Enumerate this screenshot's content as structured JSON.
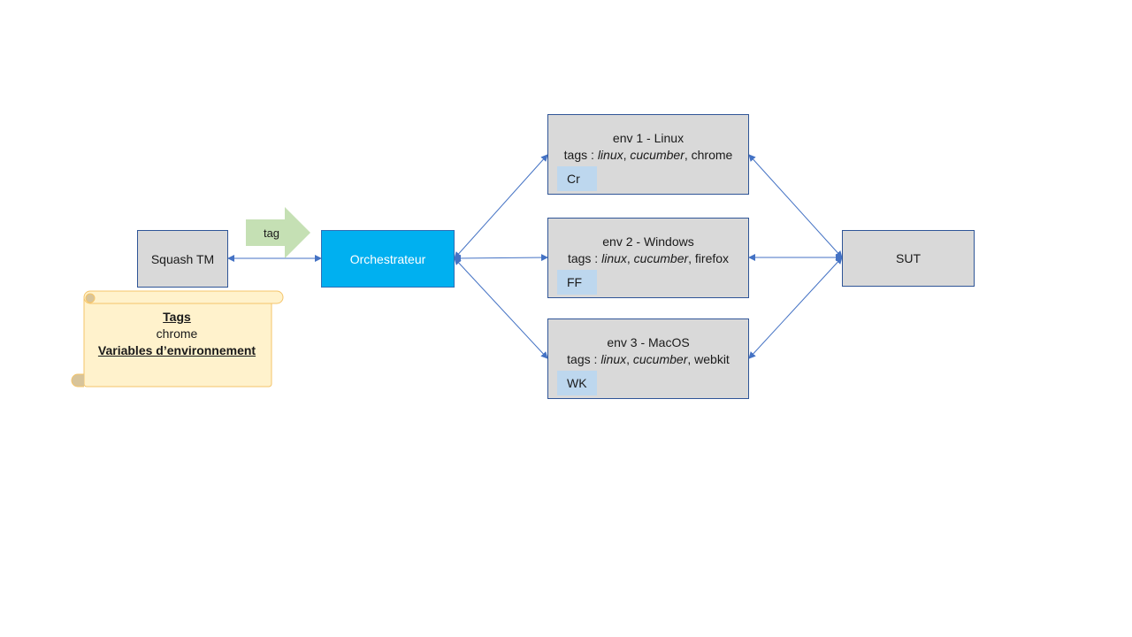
{
  "nodes": {
    "squash": "Squash TM",
    "orchestrator": "Orchestrateur",
    "sut": "SUT"
  },
  "tag_arrow": "tag",
  "scroll": {
    "tags_heading": "Tags",
    "tag_value": "chrome",
    "env_vars_heading": "Variables d’environnement"
  },
  "environments": [
    {
      "title": "env 1 - Linux",
      "tags_prefix": "tags : ",
      "tag1": "linux",
      "tag2": "cucumber",
      "tag3": "chrome",
      "badge": "Cr"
    },
    {
      "title": "env 2 - Windows",
      "tags_prefix": "tags : ",
      "tag1": "linux",
      "tag2": "cucumber",
      "tag3": "firefox",
      "badge": "FF"
    },
    {
      "title": "env 3 - MacOS",
      "tags_prefix": "tags : ",
      "tag1": "linux",
      "tag2": "cucumber",
      "tag3": "webkit",
      "badge": "WK"
    }
  ],
  "colors": {
    "box_fill": "#d9d9d9",
    "box_border": "#2f5597",
    "orchestrator_fill": "#00b0f0",
    "badge_fill": "#bdd7ee",
    "tag_arrow_fill": "#c5e0b4",
    "scroll_fill": "#fff2cc",
    "scroll_border": "#f4c46a",
    "connector": "#4472c4"
  }
}
